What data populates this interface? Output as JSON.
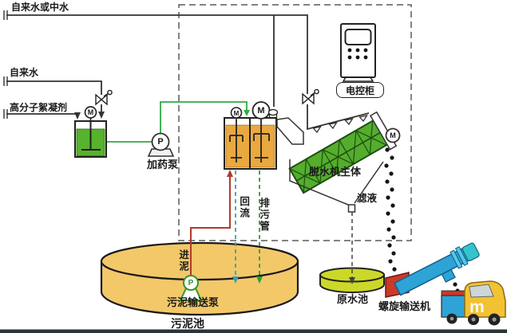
{
  "diagram": {
    "labels": {
      "top_source": "自来水或中水",
      "tap_water": "自来水",
      "flocculant": "高分子絮凝剂",
      "dosing_pump": "加药泵",
      "control_cabinet": "电控柜",
      "dewatering_machine": "脱水机主体",
      "filtrate": "滤液",
      "reflux": "回流",
      "drain_pipe": "排污管",
      "sludge_inlet": "进泥",
      "sludge_pump": "污泥输送泵",
      "sludge_pool": "污泥池",
      "raw_water_pool": "原水池",
      "screw_conveyor": "螺旋输送机"
    },
    "symbols": {
      "motor": "M",
      "pump": "P"
    },
    "watermark": "m",
    "colors": {
      "flocculant_tank": "#56b32b",
      "mixing_tank": "#e9a93f",
      "sludge_pool": "#f3c869",
      "raw_water_pool": "#ccd829",
      "dewatering_machine": "#55ad2e",
      "dosing_line": "#2faa44",
      "sludge_line": "#b13a2b",
      "reflux_line": "#3f9fae",
      "drain_line": "#2f9e3a",
      "filtrate_line": "#444444",
      "conveyor_tube": "#2ea3d6",
      "conveyor_hopper": "#cc3929",
      "truck_cab": "#f2c233",
      "truck_box": "#2ea3d6",
      "bottom_bar": "#2c3438"
    }
  }
}
